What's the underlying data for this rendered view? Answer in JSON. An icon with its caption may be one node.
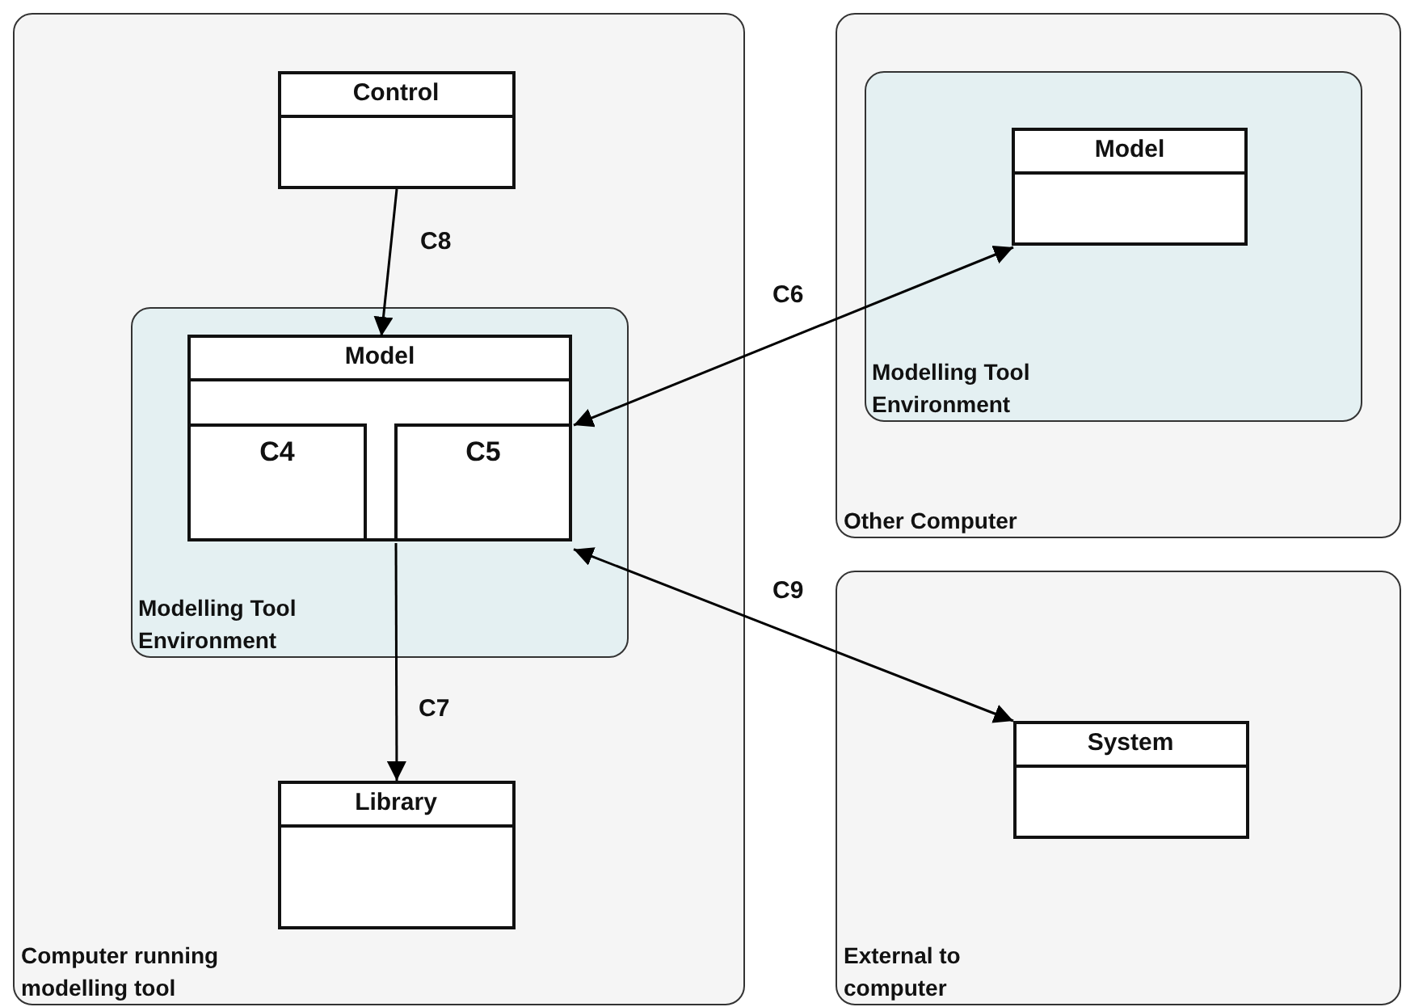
{
  "diagram": {
    "nodes": [
      {
        "text": [
          "Computer running modelling tool"
        ]
      },
      {
        "text": [
          "Control"
        ],
        "in": 0
      },
      {
        "text": [
          "Modelling Tool Environment"
        ],
        "in": 0
      },
      {
        "text": [
          "Model"
        ],
        "in": 2
      },
      {
        "text": [
          "C4"
        ],
        "in": 3
      },
      {
        "text": [
          "C5"
        ],
        "in": 3
      },
      {
        "text": [
          "Library"
        ],
        "in": 0
      },
      {
        "text": [
          "Other Computer"
        ]
      },
      {
        "text": [
          "Modelling Tool Environment"
        ],
        "in": 7
      },
      {
        "text": [
          "Model"
        ],
        "in": 8
      },
      {
        "text": [
          "External to computer"
        ]
      },
      {
        "text": [
          "System"
        ],
        "in": 10
      }
    ],
    "edges": [
      {
        "from": 1,
        "to": 3,
        "arrow": "to",
        "label": "C8"
      },
      {
        "from": 5,
        "to": 6,
        "arrow": "to",
        "label": "C7"
      },
      {
        "from": 3,
        "to": 9,
        "arrow": "both",
        "label": "C6"
      },
      {
        "from": 3,
        "to": 11,
        "arrow": "both",
        "label": "C9"
      }
    ]
  }
}
